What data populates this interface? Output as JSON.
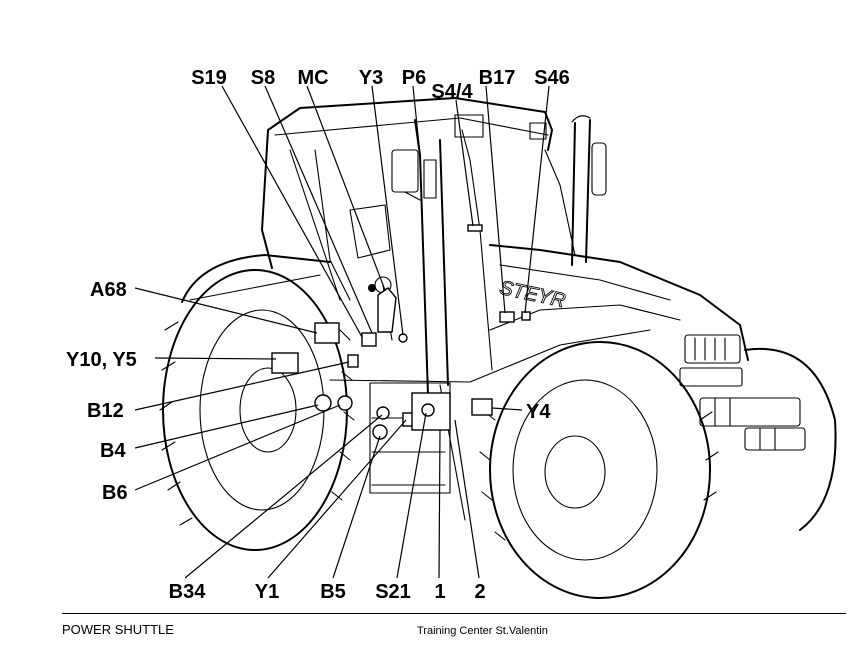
{
  "labels": {
    "S19": "S19",
    "S8": "S8",
    "MC": "MC",
    "Y3": "Y3",
    "P6": "P6",
    "S4_4": "S4/4",
    "B17": "B17",
    "S46": "S46",
    "A68": "A68",
    "Y10_Y5": "Y10, Y5",
    "B12": "B12",
    "B4": "B4",
    "B6": "B6",
    "Y4": "Y4",
    "B34": "B34",
    "Y1": "Y1",
    "B5": "B5",
    "S21": "S21",
    "n1": "1",
    "n2": "2"
  },
  "tractor": {
    "brand": "STEYR"
  },
  "footer": {
    "left": "POWER SHUTTLE",
    "right": "Training Center St.Valentin"
  }
}
